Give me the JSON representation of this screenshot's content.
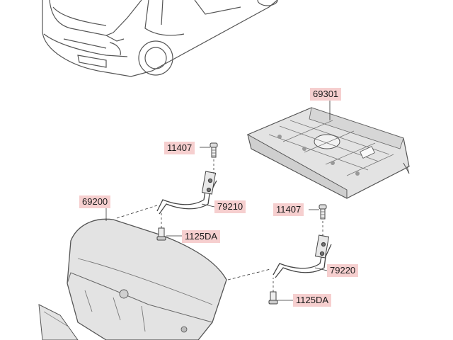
{
  "labels": {
    "package_tray": "69301",
    "trunk_lid": "69200",
    "bolt_left": "11407",
    "bolt_right": "11407",
    "hinge_left": "79210",
    "hinge_right": "79220",
    "clip_left": "1125DA",
    "clip_right": "1125DA"
  },
  "colors": {
    "label_bg": "#f6cfcf",
    "line": "#333333",
    "part_fill": "#e3e3e3",
    "part_stroke": "#555555"
  }
}
